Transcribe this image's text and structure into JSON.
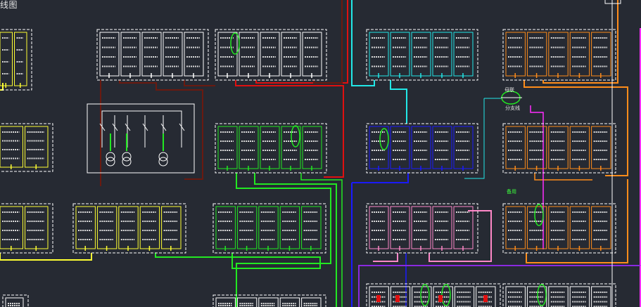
{
  "diagram": {
    "title": "线图",
    "labels": {
      "busbar": "母联",
      "branch_a": "分支线",
      "green_tag": "备用"
    },
    "colors": {
      "background": "#262a33",
      "white": "#ffffff",
      "yellow": "#ffff33",
      "red": "#e01010",
      "dark_red": "#6a1a10",
      "green": "#22e822",
      "cyan": "#22e8e8",
      "blue": "#1a1aff",
      "pink": "#ff88c8",
      "orange": "#ff8c1a",
      "magenta": "#ff2cff",
      "purple": "#8a2ae0"
    }
  }
}
